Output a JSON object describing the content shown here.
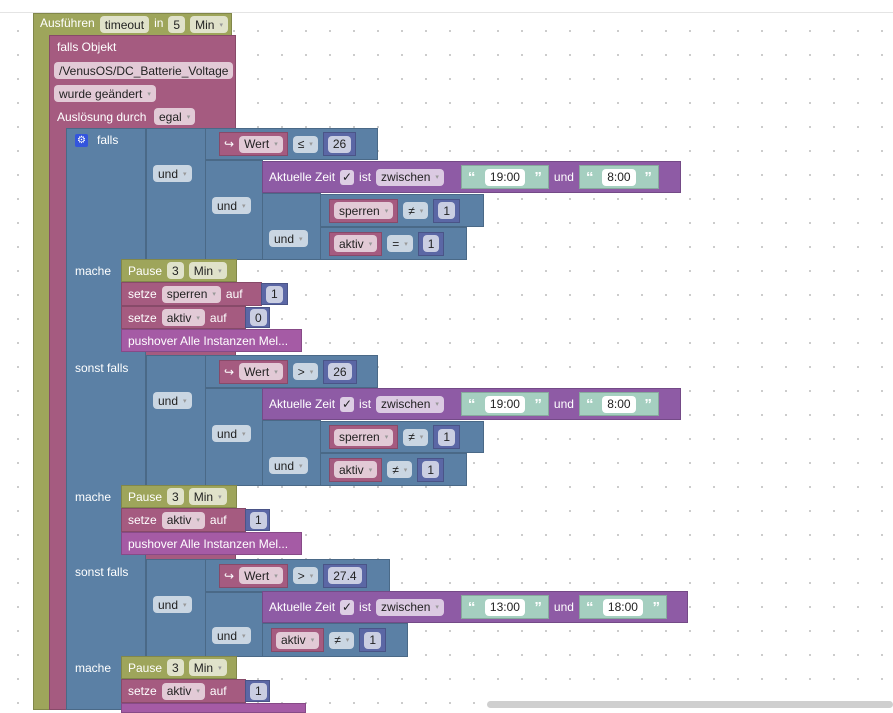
{
  "event": {
    "label": "Ausführen",
    "var": "timeout",
    "in": "in",
    "value": "5",
    "unit": "Min"
  },
  "trigger": {
    "label": "falls Objekt",
    "object_id": "/VenusOS/DC_Batterie_Voltage",
    "condition": "wurde geändert",
    "by_label": "Auslösung durch",
    "by_value": "egal"
  },
  "if_block": {
    "falls": "falls",
    "mache": "mache",
    "sonst_falls": "sonst falls"
  },
  "ops": {
    "und": "und",
    "wert": "Wert",
    "zeit": "Aktuelle Zeit",
    "check": "✓",
    "ist": "ist",
    "zwischen": "zwischen",
    "setze": "setze",
    "auf": "auf",
    "pause": "Pause",
    "min": "Min",
    "pushover": "pushover Alle Instanzen Mel...",
    "open_quote": "“",
    "close_quote": "”",
    "var_icon": "↪",
    "dd": "▾"
  },
  "sections": [
    {
      "cmp": "≤",
      "val": "26",
      "from": "19:00",
      "to": "8:00",
      "sperren": {
        "var": "sperren",
        "cmp": "≠",
        "val": "1"
      },
      "aktiv": {
        "var": "aktiv",
        "cmp": "=",
        "val": "1"
      },
      "do": {
        "pause": "3",
        "set1": {
          "var": "sperren",
          "val": "1"
        },
        "set2": {
          "var": "aktiv",
          "val": "0"
        }
      }
    },
    {
      "cmp": ">",
      "val": "26",
      "from": "19:00",
      "to": "8:00",
      "sperren": {
        "var": "sperren",
        "cmp": "≠",
        "val": "1"
      },
      "aktiv": {
        "var": "aktiv",
        "cmp": "≠",
        "val": "1"
      },
      "do": {
        "pause": "3",
        "set1": {
          "var": "aktiv",
          "val": "1"
        }
      }
    },
    {
      "cmp": ">",
      "val": "27.4",
      "from": "13:00",
      "to": "18:00",
      "aktiv": {
        "var": "aktiv",
        "cmp": "≠",
        "val": "1"
      },
      "do": {
        "pause": "3",
        "set1": {
          "var": "aktiv",
          "val": "1"
        }
      }
    }
  ]
}
